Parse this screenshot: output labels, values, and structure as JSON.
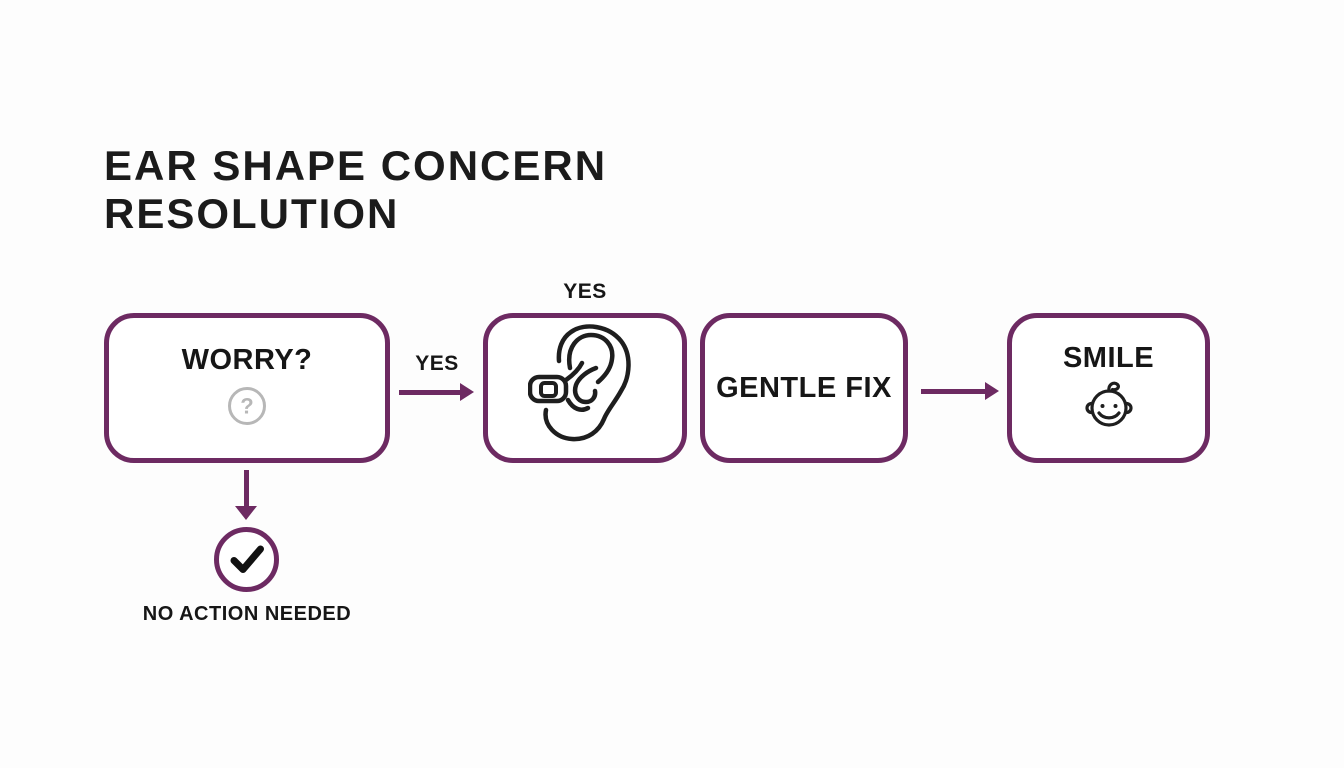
{
  "title": "EAR SHAPE CONCERN RESOLUTION",
  "nodes": {
    "worry": {
      "label": "WORRY?"
    },
    "ear": {
      "caption_above": "YES"
    },
    "gentle_fix": {
      "label": "GENTLE FIX"
    },
    "smile": {
      "label": "SMILE"
    }
  },
  "edges": {
    "worry_to_ear": {
      "label": "YES"
    }
  },
  "terminal": {
    "label": "NO ACTION NEEDED"
  },
  "icons": {
    "worry": "question-circle-icon",
    "ear": "ear-with-hearing-aid-icon",
    "smile": "baby-face-icon",
    "terminal": "checkmark-circle-icon"
  },
  "colors": {
    "accent_purple": "#6d2a62",
    "text_black": "#161616",
    "muted_gray": "#b7b7b7",
    "node_background": "#ffffff",
    "page_background": "#fdfdfd"
  }
}
